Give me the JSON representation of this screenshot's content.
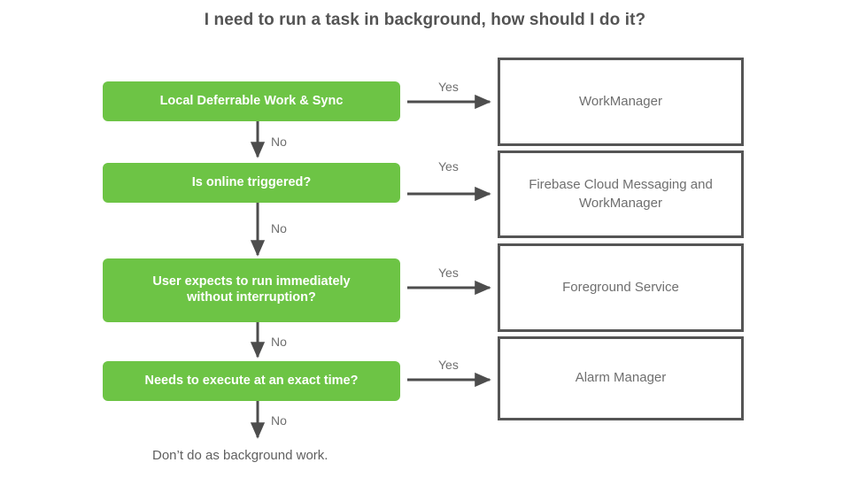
{
  "title": "I need to run a task in background, how should I do it?",
  "colors": {
    "decision_fill": "#6DC445",
    "decision_text": "#FFFFFF",
    "outcome_border": "#555555",
    "outcome_text": "#6F6F6F",
    "title_text": "#545454",
    "arrow": "#4D4D4D",
    "background": "#FFFFFF"
  },
  "decisions": [
    {
      "id": "local-deferrable-work-and-sync",
      "label": "Local Deferrable Work & Sync"
    },
    {
      "id": "is-online-triggered",
      "label": "Is online triggered?"
    },
    {
      "id": "user-expects-immediate",
      "line1": "User expects to run immediately",
      "line2": "without interruption?"
    },
    {
      "id": "needs-exact-time",
      "label": "Needs to execute at an exact time?"
    }
  ],
  "outcomes": [
    {
      "id": "workmanager",
      "label": "WorkManager"
    },
    {
      "id": "firebase-cloud-messaging-and-workmanager",
      "line1": "Firebase Cloud Messaging and",
      "line2": "WorkManager"
    },
    {
      "id": "foreground-service",
      "label": "Foreground Service"
    },
    {
      "id": "alarm-manager",
      "label": "Alarm Manager"
    }
  ],
  "edge_labels": {
    "yes": "Yes",
    "no": "No"
  },
  "terminal": {
    "label": "Don’t do as background work."
  }
}
